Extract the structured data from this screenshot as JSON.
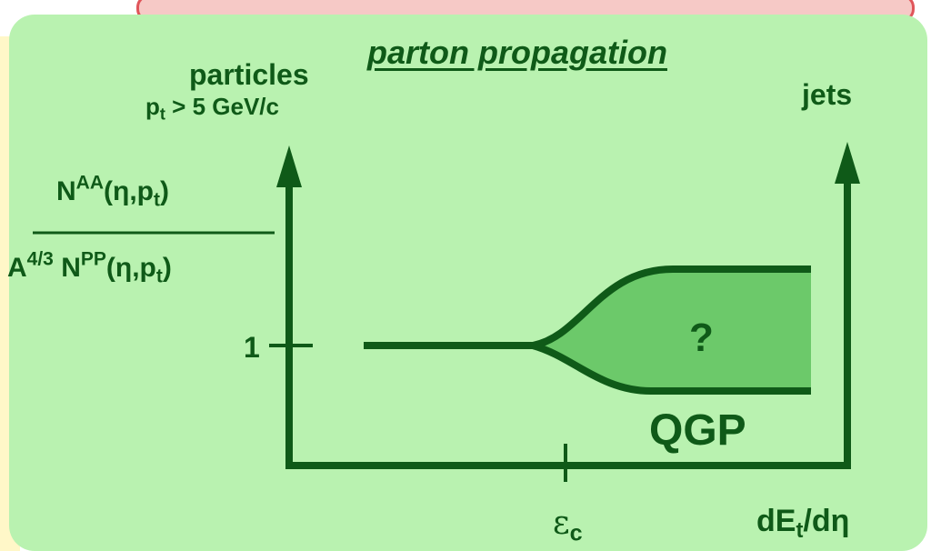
{
  "title": "parton propagation",
  "y_axis": {
    "label": "particles",
    "cut": "p",
    "cut_sub": "t",
    "cut_rest": " > 5 GeV/c"
  },
  "right_axis": {
    "label": "jets"
  },
  "ratio": {
    "numerator": "N",
    "numerator_sup": "AA",
    "numerator_args": "(η,p",
    "numerator_args_sub": "t",
    "numerator_close": ")",
    "denominator_a": "A",
    "denominator_sup": "4/3",
    "denominator_n": " N",
    "denominator_n_sup": "PP",
    "denominator_args": "(η,p",
    "denominator_args_sub": "t",
    "denominator_close": ")"
  },
  "tick_one": "1",
  "question": "?",
  "region_label": "QGP",
  "x_tick": {
    "symbol": "ε",
    "sub": "c"
  },
  "x_axis": {
    "label": "dE",
    "sub": "t",
    "rest": "/dη"
  },
  "colors": {
    "panel": "#b9f2b0",
    "ink": "#0f5a18",
    "band_fill": "#6cc96a",
    "header_strip": "#f6c9c6",
    "header_border": "#e0555a"
  }
}
